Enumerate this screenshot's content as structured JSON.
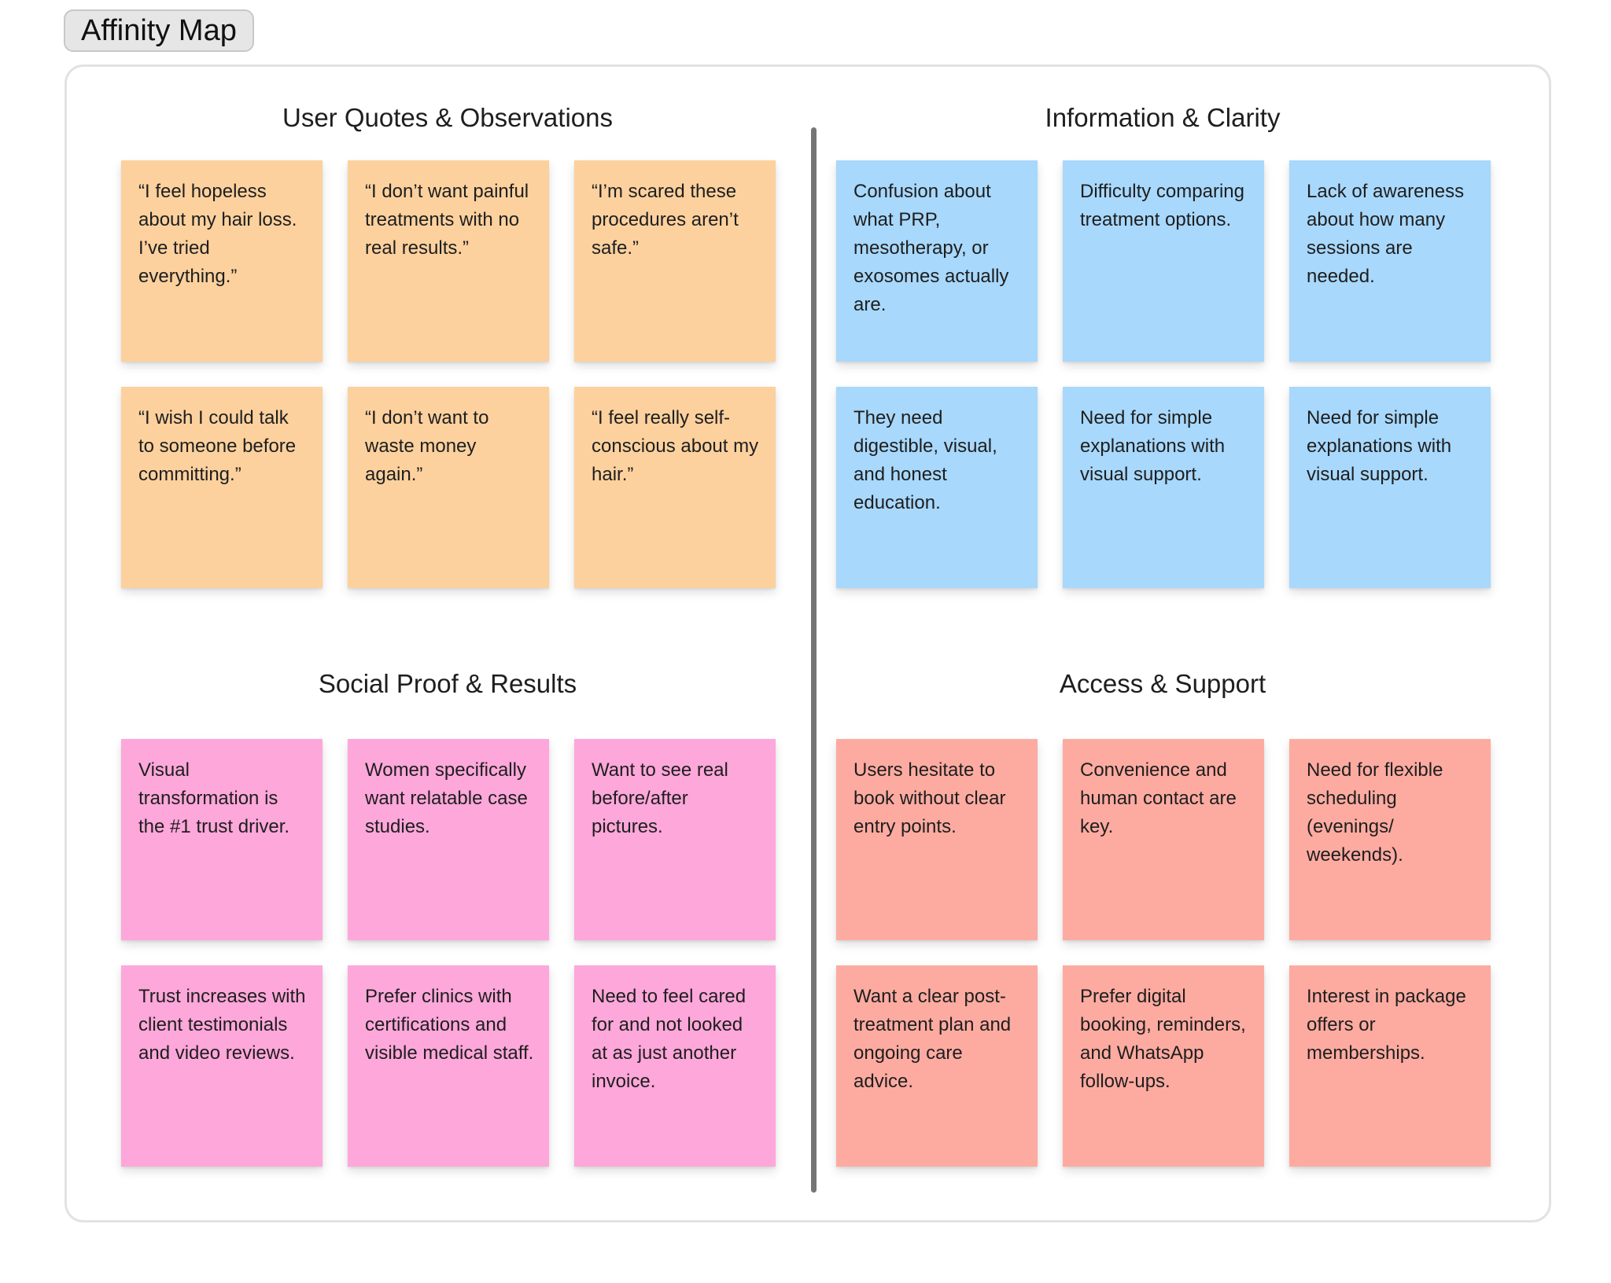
{
  "title": "Affinity Map",
  "colors": {
    "orange": "#fcd19e",
    "blue": "#a8d8fc",
    "pink": "#fda7da",
    "salmon": "#fdaba1",
    "divider": "#757575",
    "board_border": "#e2e2e2"
  },
  "clusters": [
    {
      "title": "User Quotes & Observations",
      "color": "orange",
      "notes": [
        "“I feel hopeless about my hair loss. I’ve tried everything.”",
        "“I don’t want painful treatments with no real results.”",
        "“I’m scared these procedures aren’t safe.”",
        "“I wish I could talk to someone before committing.”",
        "“I don’t want to waste money again.”",
        "“I feel really self-conscious about my hair.”"
      ]
    },
    {
      "title": "Information & Clarity",
      "color": "blue",
      "notes": [
        "Confusion about what PRP, mesotherapy, or exosomes actually are.",
        "Difficulty comparing treatment options.",
        "Lack of awareness about how many sessions are needed.",
        "They need digestible, visual, and honest education.",
        "Need for simple explanations with visual support.",
        "Need for simple explanations with visual support."
      ]
    },
    {
      "title": "Social Proof & Results",
      "color": "pink",
      "notes": [
        "Visual transformation is the #1 trust driver.",
        "Women specifically want relatable case studies.",
        "Want to see real before/after pictures.",
        "Trust increases with client testimonials and video reviews.",
        "Prefer clinics with certifications and visible medical staff.",
        "Need to feel cared for and not looked at as just another invoice."
      ]
    },
    {
      "title": "Access & Support",
      "color": "salmon",
      "notes": [
        "Users hesitate to book without clear entry points.",
        "Convenience and human contact are key.",
        "Need for flexible scheduling (evenings/ weekends).",
        "Want a clear post-treatment plan and ongoing care advice.",
        "Prefer digital booking, reminders, and WhatsApp follow-ups.",
        "Interest in package offers or memberships."
      ]
    }
  ]
}
